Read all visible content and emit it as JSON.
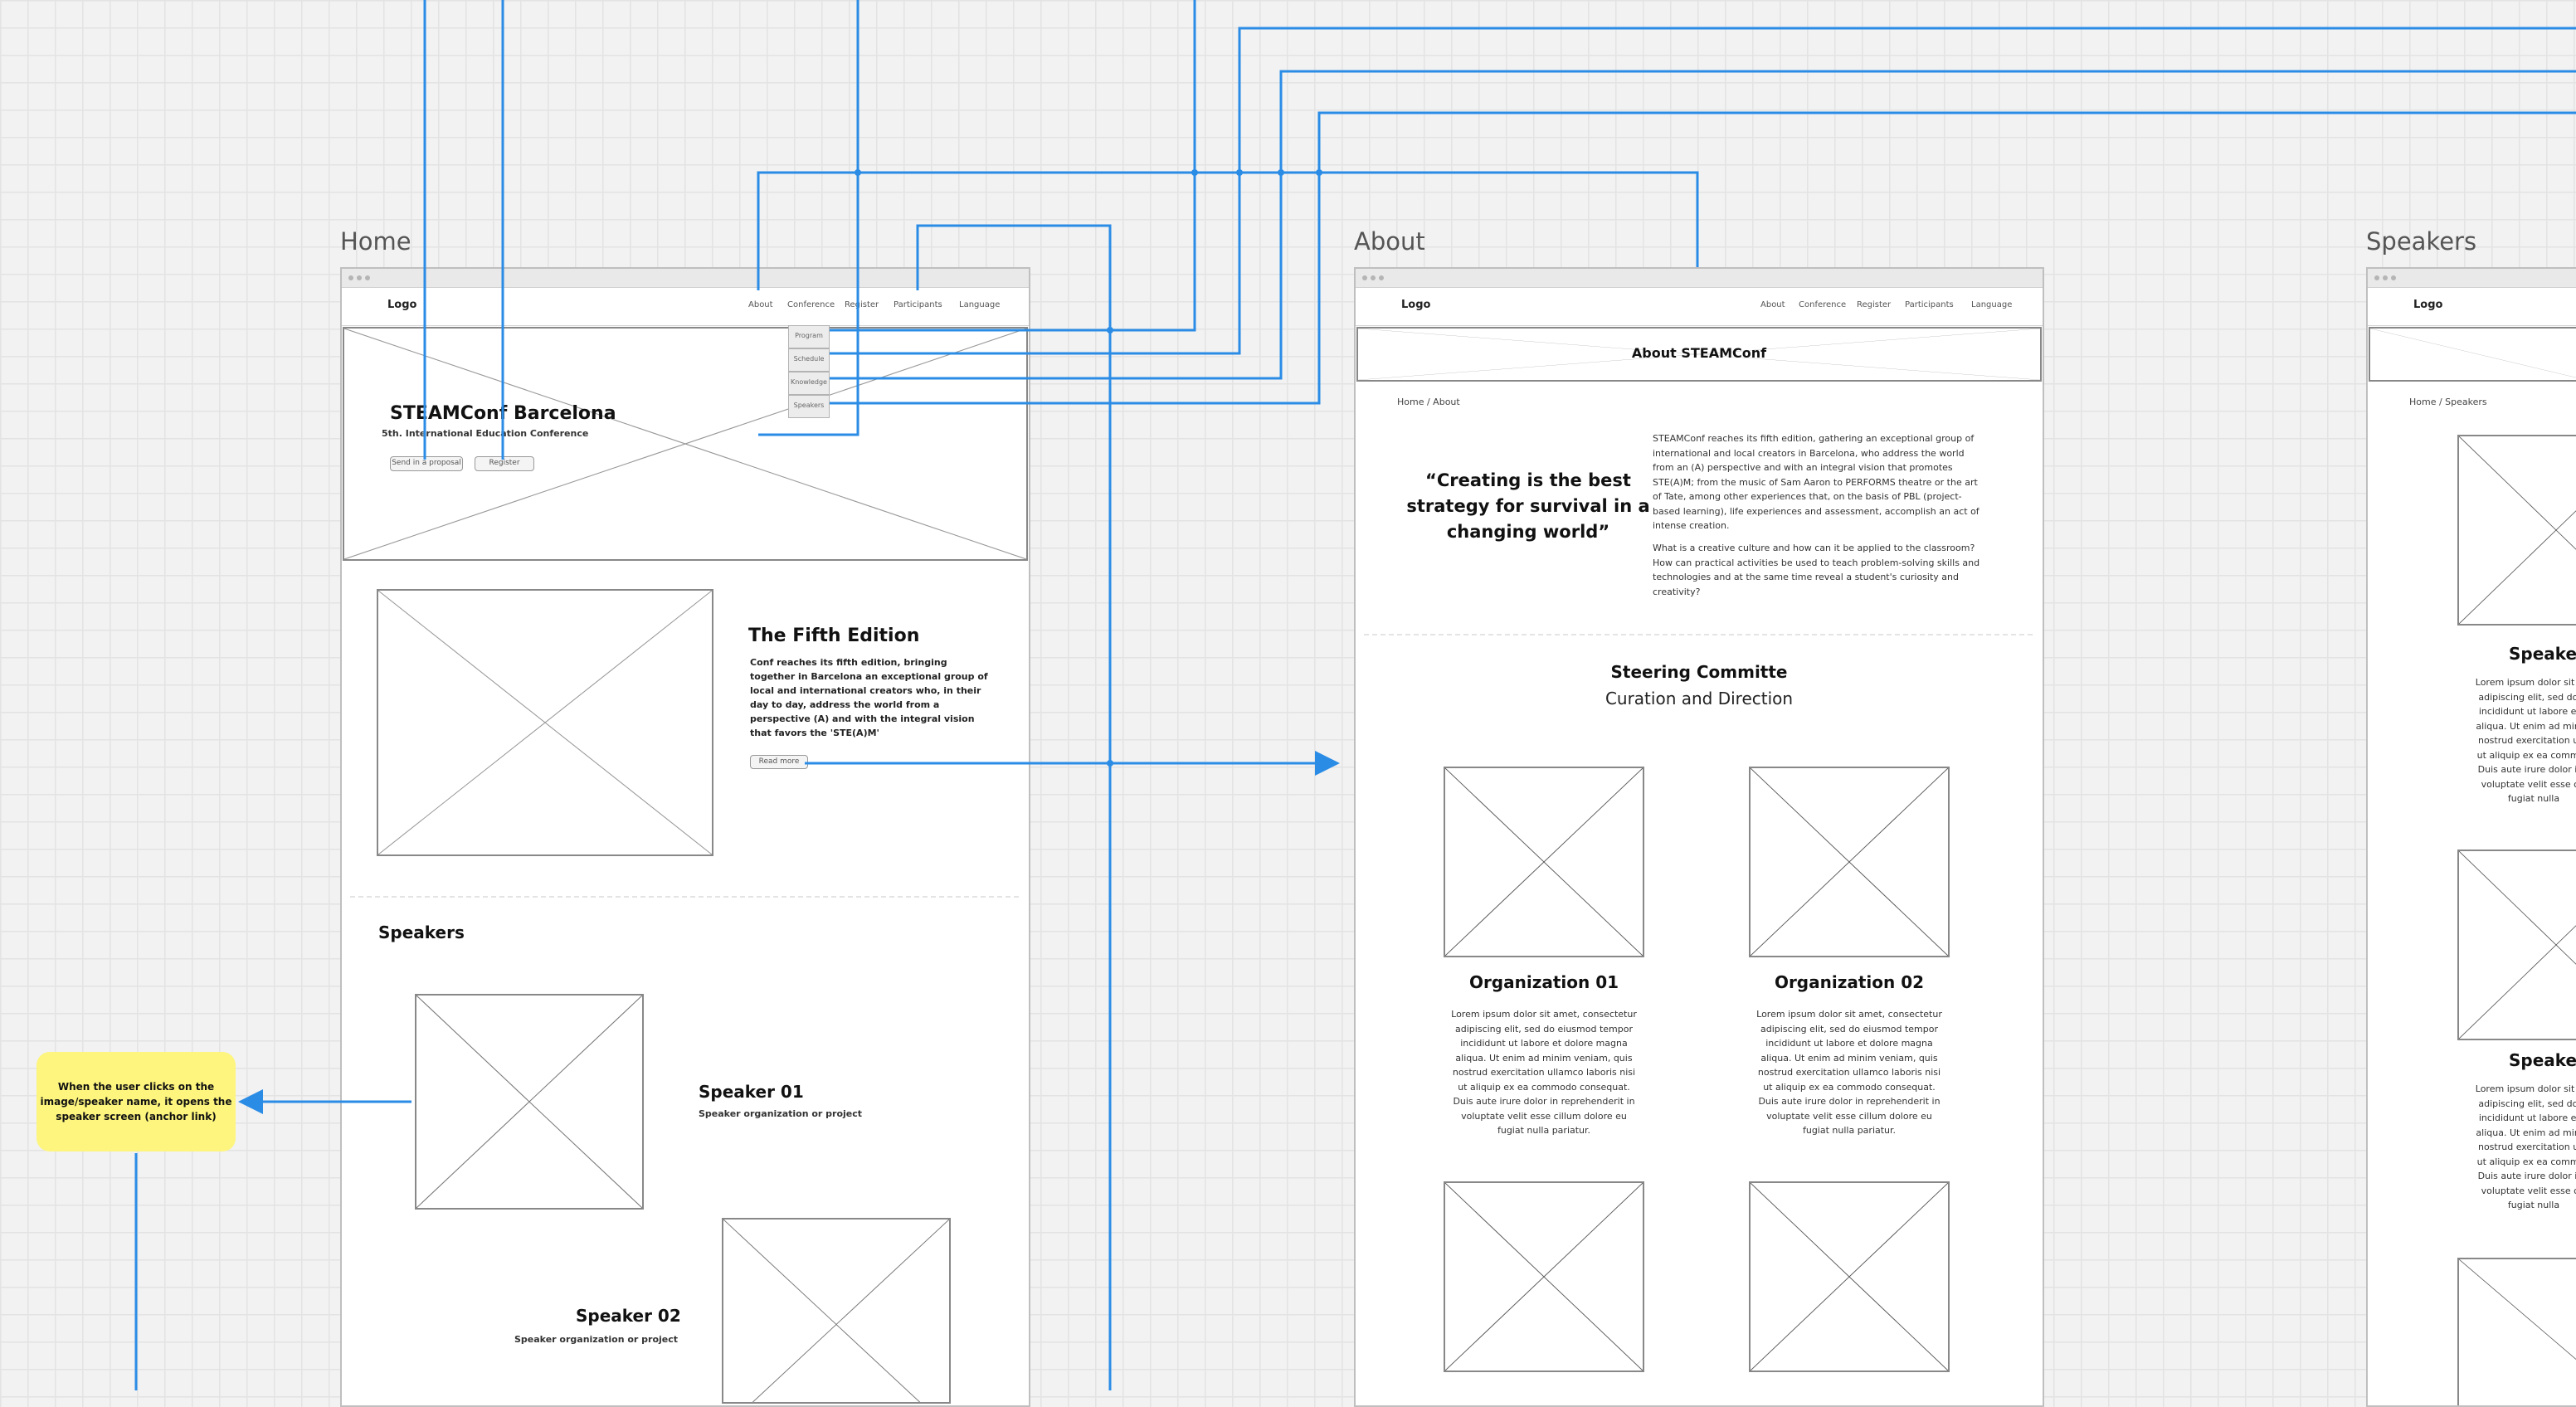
{
  "frames": {
    "home": {
      "title": "Home",
      "logo": "Logo",
      "nav": [
        "About",
        "Conference",
        "Register",
        "Participants",
        "Language"
      ],
      "submenu": [
        "Program",
        "Schedule",
        "Knowledge",
        "Speakers"
      ],
      "hero": {
        "title": "STEAMConf Barcelona",
        "subtitle": "5th. International Education Conference",
        "buttons": [
          "Send in a proposal",
          "Register"
        ]
      },
      "edition": {
        "title": "The Fifth Edition",
        "lines": [
          "Conf reaches its fifth edition, bringing",
          "together in Barcelona an exceptional group of",
          "local and international creators who, in their",
          "day  to day, address the world from a",
          "perspective (A) and with the integral vision",
          "that favors the 'STE(A)M'"
        ],
        "button": "Read more"
      },
      "speakers": {
        "heading": "Speakers",
        "items": [
          {
            "name": "Speaker 01",
            "org": "Speaker organization or project"
          },
          {
            "name": "Speaker 02",
            "org": "Speaker organization or project"
          }
        ]
      }
    },
    "about": {
      "title": "About",
      "logo": "Logo",
      "nav": [
        "About",
        "Conference",
        "Register",
        "Participants",
        "Language"
      ],
      "banner": "About STEAMConf",
      "breadcrumb": "Home / About",
      "quote": [
        "“Creating is the best",
        "strategy for survival in a",
        "changing world”"
      ],
      "intro": [
        "STEAMConf reaches its fifth edition, gathering an exceptional group of",
        "international and local creators in Barcelona, who address the world",
        "from an (A) perspective and with an integral vision that promotes",
        "STE(A)M; from the music of Sam Aaron to PERFORMS theatre or the art",
        "of Tate, among other experiences that, on the basis of PBL (project-",
        "based  learning), life experiences and assessment, accomplish an act of",
        "intense  creation."
      ],
      "questions": [
        "What is a creative culture and how can it be applied to the classroom?",
        "How can practical activities be used to teach  problem-solving skills and",
        "technologies and at the same time reveal a  student's curiosity and",
        "creativity?"
      ],
      "committee": {
        "title": "Steering Committe",
        "subtitle": "Curation and Direction"
      },
      "orgs": [
        {
          "name": "Organization 01"
        },
        {
          "name": "Organization 02"
        }
      ],
      "lorem": [
        "Lorem ipsum dolor sit amet, consectetur",
        "adipiscing elit, sed do eiusmod tempor",
        "incididunt ut labore et dolore magna",
        "aliqua. Ut enim ad minim veniam, quis",
        "nostrud exercitation ullamco laboris nisi",
        "ut aliquip ex ea commodo consequat.",
        "Duis aute irure dolor in reprehenderit in",
        "voluptate  velit esse cillum dolore eu",
        "fugiat nulla pariatur."
      ]
    },
    "speakers": {
      "title": "Speakers",
      "logo": "Logo",
      "breadcrumb": "Home / Speakers",
      "items": [
        "Speake",
        "Speake"
      ],
      "lorem": [
        "Lorem ipsum dolor sit am",
        "adipiscing elit, sed do ei",
        "incididunt ut labore et d",
        "aliqua. Ut enim ad minim",
        "nostrud exercitation ulla",
        "ut aliquip ex ea  commod",
        "Duis aute irure dolor in r",
        "voluptate  velit esse cill",
        "fugiat nulla"
      ]
    }
  },
  "note": {
    "lines": [
      "When the user clicks on the",
      "image/speaker name, it opens the",
      "speaker screen (anchor link)"
    ],
    "color": "#fdf57e"
  },
  "connector_color": "#2b8ce6"
}
